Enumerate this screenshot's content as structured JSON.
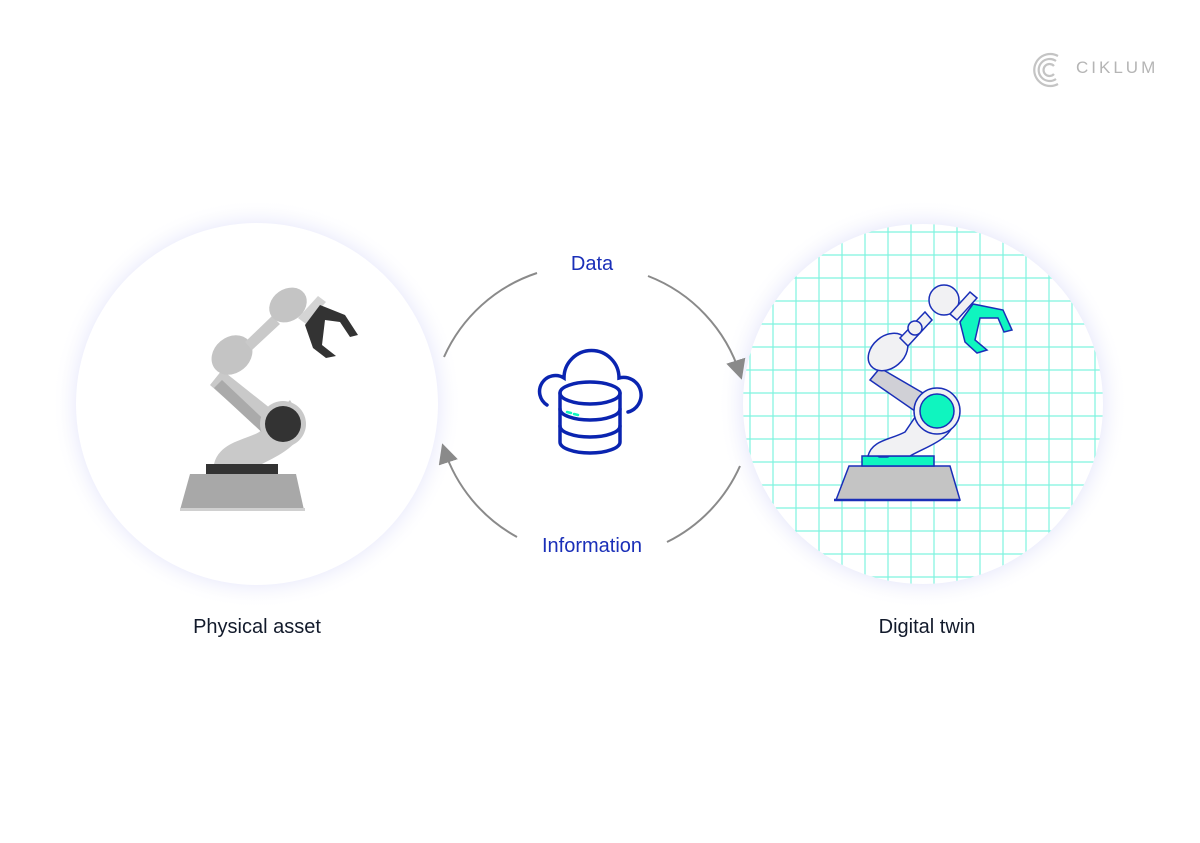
{
  "brand": {
    "name": "CIKLUM",
    "color": "#b5b5b5"
  },
  "flow": {
    "top_label": "Data",
    "bottom_label": "Information",
    "arrow_color": "#8a8a8a",
    "label_color": "#1a2fb8"
  },
  "left": {
    "caption": "Physical asset",
    "icon": "robot-arm-gray"
  },
  "right": {
    "caption": "Digital twin",
    "icon": "robot-arm-wireframe",
    "grid_color": "#7ff3df",
    "accent": "#0ff5bf"
  },
  "center": {
    "icon": "cloud-database-icon",
    "color": "#0a24b0"
  }
}
